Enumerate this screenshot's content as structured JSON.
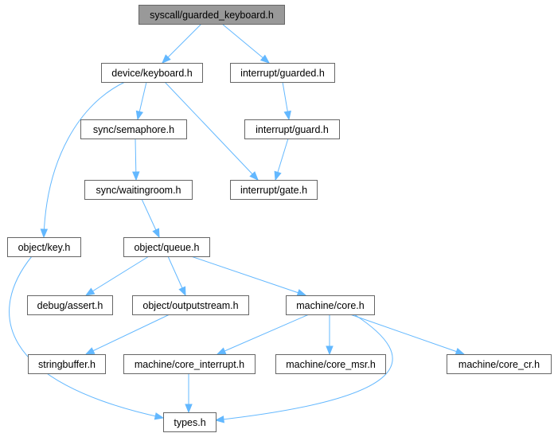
{
  "colors": {
    "root_fill": "#999999",
    "node_fill": "#ffffff",
    "node_border": "#666666",
    "edge": "#63b8ff",
    "text": "#000000"
  },
  "nodes": [
    {
      "id": "root",
      "label": "syscall/guarded_keyboard.h",
      "is_root": true
    },
    {
      "id": "kbd",
      "label": "device/keyboard.h"
    },
    {
      "id": "ig",
      "label": "interrupt/guarded.h"
    },
    {
      "id": "sem",
      "label": "sync/semaphore.h"
    },
    {
      "id": "iguard",
      "label": "interrupt/guard.h"
    },
    {
      "id": "wr",
      "label": "sync/waitingroom.h"
    },
    {
      "id": "gate",
      "label": "interrupt/gate.h"
    },
    {
      "id": "key",
      "label": "object/key.h"
    },
    {
      "id": "queue",
      "label": "object/queue.h"
    },
    {
      "id": "assert",
      "label": "debug/assert.h"
    },
    {
      "id": "ostream",
      "label": "object/outputstream.h"
    },
    {
      "id": "core",
      "label": "machine/core.h"
    },
    {
      "id": "sbuf",
      "label": "stringbuffer.h"
    },
    {
      "id": "cint",
      "label": "machine/core_interrupt.h"
    },
    {
      "id": "cmsr",
      "label": "machine/core_msr.h"
    },
    {
      "id": "ccr",
      "label": "machine/core_cr.h"
    },
    {
      "id": "types",
      "label": "types.h"
    }
  ],
  "edges": [
    {
      "from": "root",
      "to": "kbd"
    },
    {
      "from": "root",
      "to": "ig"
    },
    {
      "from": "kbd",
      "to": "sem"
    },
    {
      "from": "kbd",
      "to": "gate"
    },
    {
      "from": "kbd",
      "to": "key"
    },
    {
      "from": "ig",
      "to": "iguard"
    },
    {
      "from": "iguard",
      "to": "gate"
    },
    {
      "from": "sem",
      "to": "wr"
    },
    {
      "from": "wr",
      "to": "queue"
    },
    {
      "from": "key",
      "to": "types"
    },
    {
      "from": "queue",
      "to": "assert"
    },
    {
      "from": "queue",
      "to": "ostream"
    },
    {
      "from": "queue",
      "to": "core"
    },
    {
      "from": "ostream",
      "to": "sbuf"
    },
    {
      "from": "core",
      "to": "cint"
    },
    {
      "from": "core",
      "to": "cmsr"
    },
    {
      "from": "core",
      "to": "ccr"
    },
    {
      "from": "core",
      "to": "types"
    },
    {
      "from": "cint",
      "to": "types"
    }
  ]
}
